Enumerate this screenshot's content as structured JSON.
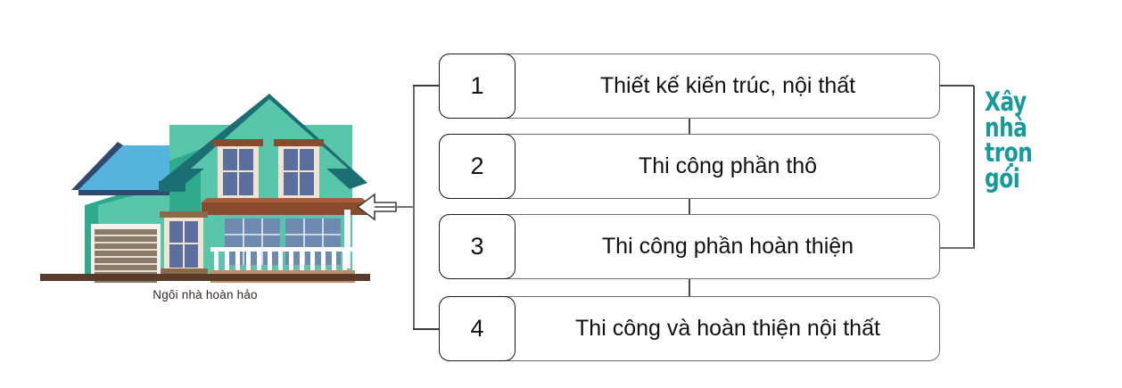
{
  "illustration": {
    "caption": "Ngôi nhà hoàn hảo",
    "alt_name": "house-illustration",
    "colors": {
      "wall_main": "#58c6aa",
      "wall_shade": "#2eab8e",
      "roof_upper": "#1b6e72",
      "roof_lower": "#56b3dd",
      "roof_lower_edge": "#2f4a6e",
      "porch_roof": "#8a4a2e",
      "porch_floor": "#c08f6a",
      "ground": "#5a3a28",
      "window_frame": "#f2e2d2",
      "window_glass": "#5a6f9e",
      "garage": "#8a7a6a"
    }
  },
  "arrow": {
    "name": "arrow-left",
    "direction": "left",
    "stroke": "#4a4a4a"
  },
  "flow": {
    "rows": [
      {
        "number": "1",
        "label": "Thiết kế kiến trúc, nội thất"
      },
      {
        "number": "2",
        "label": "Thi công phần thô"
      },
      {
        "number": "3",
        "label": "Thi công phần hoàn thiện"
      },
      {
        "number": "4",
        "label": "Thi công và hoàn thiện nội thất"
      }
    ]
  },
  "right_caption": {
    "lines": [
      "Xây",
      "nhà",
      "trọn",
      "gói"
    ],
    "color": "#17999a"
  }
}
